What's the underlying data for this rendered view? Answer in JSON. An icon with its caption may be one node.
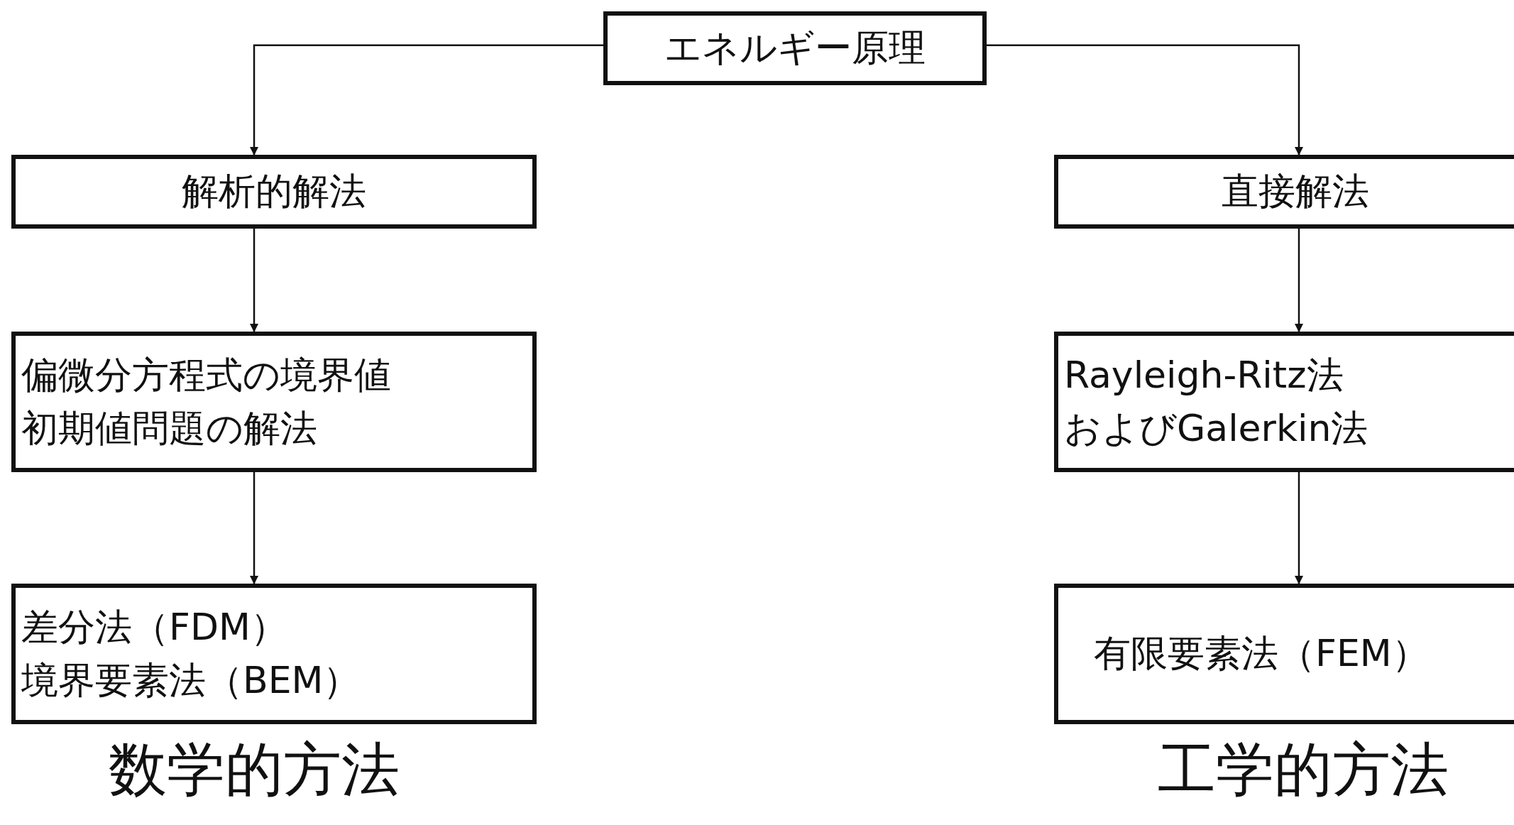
{
  "diagram": {
    "nodes": [
      {
        "text": [
          "エネルギー原理"
        ]
      },
      {
        "text": [
          "解析的解法"
        ]
      },
      {
        "text": [
          "偏微分方程式の境界値初期値問題の解法"
        ]
      },
      {
        "text": [
          "差分法（FDM）",
          "境界要素法（BEM）"
        ]
      },
      {
        "text": [
          "直接解法"
        ]
      },
      {
        "text": [
          "Rayleigh-Ritz法およびGalerkin法"
        ]
      },
      {
        "text": [
          "有限要素法（FEM）"
        ]
      }
    ],
    "edges": [
      {
        "from": 0,
        "to": 1,
        "arrow": "to"
      },
      {
        "from": 0,
        "to": 4,
        "arrow": "to"
      },
      {
        "from": 1,
        "to": 2,
        "arrow": "to"
      },
      {
        "from": 2,
        "to": 3,
        "arrow": "to"
      },
      {
        "from": 4,
        "to": 5,
        "arrow": "to"
      },
      {
        "from": 5,
        "to": 6,
        "arrow": "to"
      }
    ],
    "labels": [
      "数学的方法",
      "工学的方法"
    ]
  }
}
